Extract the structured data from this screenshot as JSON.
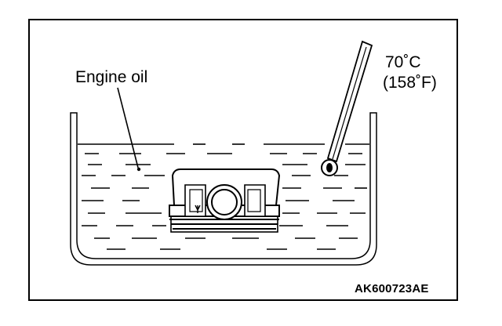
{
  "labels": {
    "engine_oil": "Engine oil",
    "temp_celsius": "70˚C",
    "temp_fahrenheit": "(158˚F)",
    "figure_code": "AK600723AE"
  },
  "colors": {
    "line": "#000000",
    "background": "#ffffff"
  },
  "icons": {
    "thermometer": "thermometer-icon",
    "piston": "piston-icon"
  }
}
